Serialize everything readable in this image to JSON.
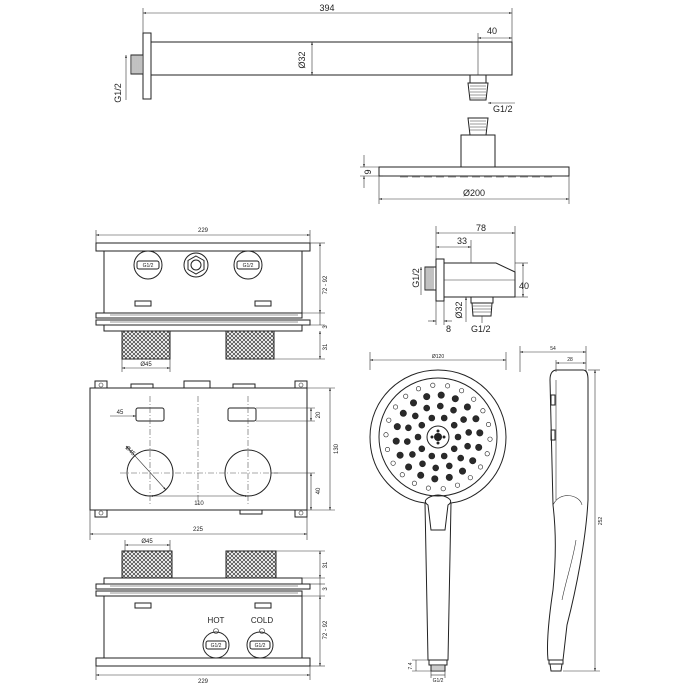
{
  "shower_arm": {
    "length": "394",
    "tube_diameter": "Ø32",
    "end_offset": "40",
    "wall_thread": "G1/2",
    "outlet_thread": "G1/2"
  },
  "rain_head": {
    "thickness": "9",
    "diameter": "Ø200"
  },
  "valve_top_view": {
    "width": "229",
    "depth": "72 - 92",
    "plate": "3",
    "knob_height": "31",
    "knob_diameter": "Ø45",
    "port_left": "G1/2",
    "port_right": "G1/2"
  },
  "wall_outlet": {
    "length": "78",
    "offset": "33",
    "height": "40",
    "inlet_thread": "G1/2",
    "outlet_thread": "G1/2",
    "diameter": "Ø32",
    "base": "8"
  },
  "valve_front_view": {
    "plate_width": "225",
    "height": "130",
    "slot_width": "45",
    "slot_height": "20",
    "knob_diameter": "Ø45",
    "knob_spacing": "110",
    "knob_offset": "40"
  },
  "valve_bottom_view": {
    "knob_diameter": "Ø45",
    "knob_height": "31",
    "plate": "3",
    "depth": "72 - 92",
    "width": "229",
    "hot_label": "HOT",
    "cold_label": "COLD",
    "port_left": "G1/2",
    "port_right": "G1/2"
  },
  "hand_shower": {
    "head_diameter": "Ø120",
    "depth_total": "54",
    "depth_handle": "28",
    "length": "252",
    "thread_length": "7.4",
    "thread": "G1/2"
  }
}
